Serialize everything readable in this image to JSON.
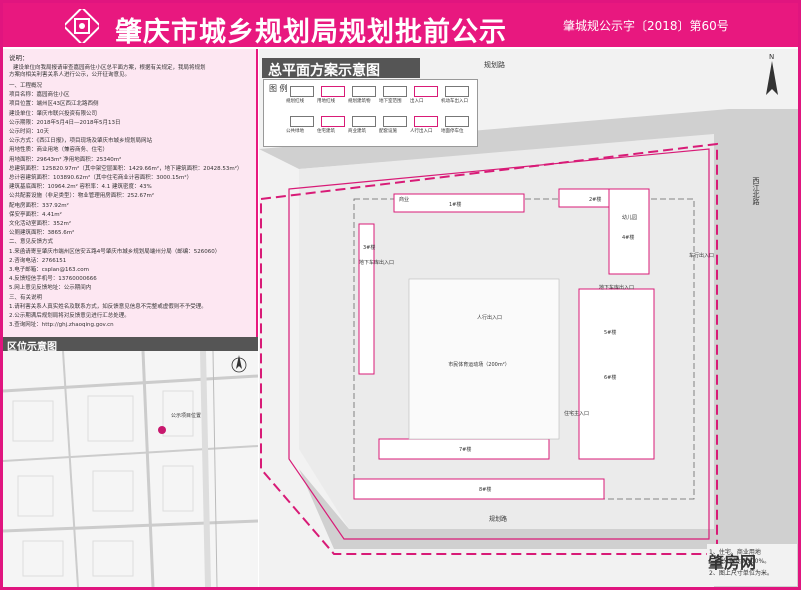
{
  "header": {
    "title": "肇庆市城乡规划局规划批前公示",
    "doc_number": "肇城规公示字〔2018〕第60号"
  },
  "notice": {
    "heading": "说明：",
    "intro_lines": [
      "建设单位向我局报请审查嘉园商住小区总平面方案，根据有关规定，我局将规划",
      "方案向相关利害关系人进行公示，公开征询意见。"
    ],
    "items": [
      "一、工程概况",
      "项目名称：嘉园商住小区",
      "项目位置：端州区43区西江北路西侧",
      "建设单位：肇庆市联兴投资有限公司",
      "公示期限：2018年5月4日—2018年5月13日",
      "公示时间：10天",
      "公示方式：《西江日报》，项目现场及肇庆市城乡规划局网站",
      "用地性质：商业用地（兼容商务、住宅）",
      "用地面积：29643m²        净用地面积：25340m²",
      "总建筑面积：125820.97m²（其中架空层面积：1429.66m²，地下建筑面积：20428.53m²）",
      "总计容建筑面积：103890.62m²（其中住宅商业计容面积：3000.15m²）",
      "建筑基底面积：10964.2m²     容积率：4.1     建筑密度：43%",
      "公共配套设施（非足类型）：物业管理用房面积：252.67m²",
      "配电房面积：337.92m²",
      "保安亭面积：4.41m²",
      "文化活动室面积：352m²",
      "公厕建筑面积：3865.6m²",
      "二、意见反馈方式",
      "1.来函请寄至肇庆市端州区信安五路4号肇庆市城乡规划局端州分局（邮编：526060）",
      "2.咨询电话：2766151",
      "3.电子邮箱：csplan@163.com",
      "4.反馈短信手机号：13760000666",
      "5.网上意见反馈地址：公示期间内",
      "三、有关说明",
      "1.请利害关系人真实姓名及联系方式，如反馈意见信息不完整或虚假则不予受理。",
      "2.公示期满后规划局将对反馈意见进行汇总处理。",
      "3.查询网址：http://ghj.zhaoqing.gov.cn"
    ]
  },
  "location": {
    "section_title": "区位示意图",
    "site_label": "公示项目位置"
  },
  "plan": {
    "section_title": "总平面方案示意图",
    "legend_title": "图 例",
    "legend_items": [
      "规划红线",
      "用地红线",
      "规划建筑物",
      "地下室范围",
      "出入口",
      "机动车出入口",
      "公共绿地",
      "住宅建筑",
      "商业建筑",
      "配套设施",
      "人行出入口",
      "地面停车位"
    ],
    "road_north": "规划路",
    "road_east": "西江北路",
    "road_south": "规划路",
    "north_label": "N",
    "center_label": "市民体育运动场（200m²）",
    "labels": [
      "1#楼",
      "2#楼",
      "3#楼",
      "4#楼",
      "5#楼",
      "6#楼",
      "7#楼",
      "8#楼",
      "商业",
      "幼儿园",
      "地下车库出入口",
      "地下车库出入口",
      "人行出入口",
      "车行出入口",
      "住宅主入口"
    ],
    "notes": [
      "1、住宅、商业用地",
      "应分别达到100%。",
      "2、图上尺寸单位为米。"
    ],
    "watermark": "肇房网"
  }
}
